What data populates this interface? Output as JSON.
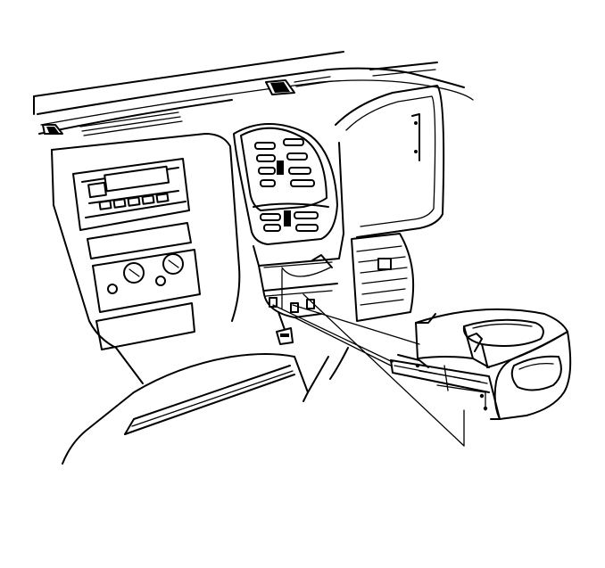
{
  "figure": {
    "kind": "line-art",
    "colors": {
      "line": "#000000",
      "background": "#ffffff"
    },
    "parts": [
      "instrument-panel",
      "defroster-vents",
      "center-air-vent",
      "radio",
      "hvac-controls",
      "side-air-vent",
      "cup-holder-assembly",
      "mounting-bracket",
      "retaining-screw",
      "installation-guide-lines"
    ]
  }
}
